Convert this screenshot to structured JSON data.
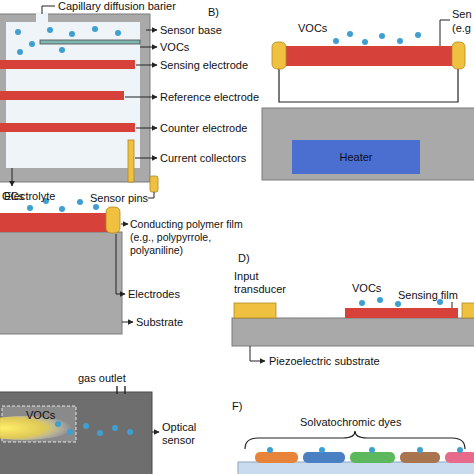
{
  "diagram": {
    "nodes": [
      {
        "text": [
          "Heater"
        ]
      }
    ],
    "labels": [
      "Capillary diffusion barier",
      "Sensor base",
      "VOCs",
      "Sensing electrode",
      "Reference electrode",
      "Counter electrode",
      "Current collectors",
      "Electrolyte",
      "Sensor pins",
      "B)",
      "VOCs",
      "Sen",
      "(e.g",
      "OCs",
      "Conducting polymer film (e.g., polypyrrole, polyaniline)",
      "Electrodes",
      "Substrate",
      "D)",
      "Input transducer",
      "VOCs",
      "Sensing film",
      "Piezoelectric substrate",
      "gas outlet",
      "VOCs",
      "Optical sensor",
      "F)",
      "Solvatochromic dyes"
    ]
  }
}
